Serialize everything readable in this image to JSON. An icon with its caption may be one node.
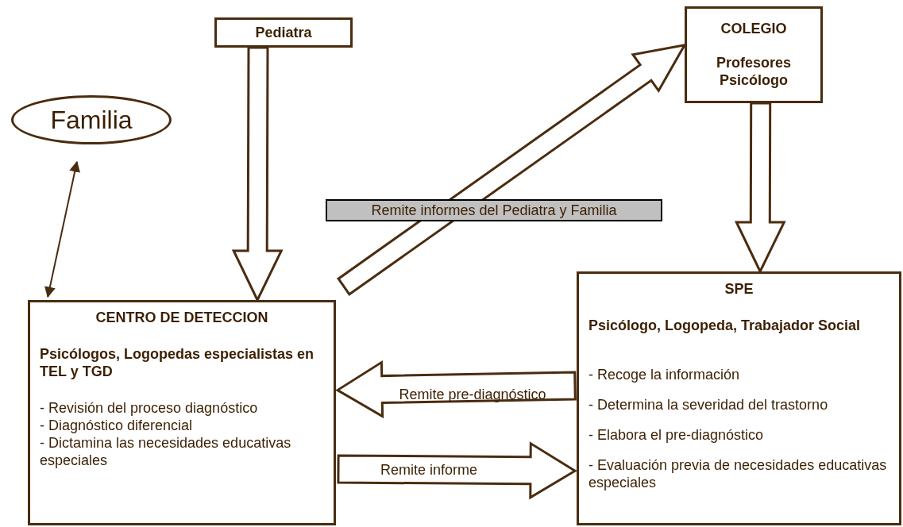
{
  "diagram": {
    "nodes": [
      {
        "text": [
          "Pediatra"
        ]
      },
      {
        "text": [
          "COLEGIO",
          "Profesores Psicólogo"
        ]
      },
      {
        "text": [
          "Familia"
        ]
      },
      {
        "text": [
          "CENTRO DE DETECCION",
          "Psicólogos, Logopedas especialistas en TEL y TGD",
          "- Revisión del proceso diagnóstico",
          "- Diagnóstico diferencial",
          "- Dictamina las necesidades educativas especiales"
        ]
      },
      {
        "text": [
          "SPE",
          "Psicólogo, Logopeda, Trabajador Social",
          "- Recoge la información",
          "- Determina la severidad del trastorno",
          "- Elabora el pre-diagnóstico",
          "- Evaluación previa de necesidades educativas especiales"
        ]
      }
    ],
    "edges": [
      {
        "from": 0,
        "to": 3,
        "arrow": "to",
        "style": "thick"
      },
      {
        "from": 1,
        "to": 4,
        "arrow": "to",
        "style": "thick"
      },
      {
        "from": 3,
        "to": 1,
        "arrow": "to",
        "style": "thick",
        "label": "Remite informes del Pediatra y Familia"
      },
      {
        "from": 2,
        "to": 3,
        "arrow": "both"
      },
      {
        "from": 4,
        "to": 3,
        "arrow": "to",
        "style": "thick",
        "label": "Remite pre-diagnóstico"
      },
      {
        "from": 3,
        "to": 4,
        "arrow": "to",
        "style": "thick",
        "label": "Remite informe"
      }
    ]
  }
}
